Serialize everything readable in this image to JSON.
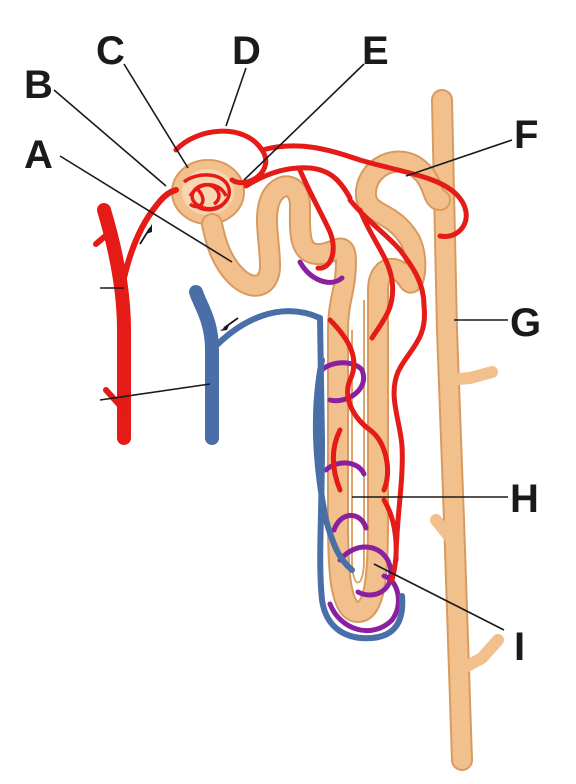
{
  "labels": {
    "A": "A",
    "B": "B",
    "C": "C",
    "D": "D",
    "E": "E",
    "F": "F",
    "G": "G",
    "H": "H",
    "I": "I"
  },
  "colors": {
    "artery": "#e41b17",
    "vein": "#4a6ea8",
    "capillary": "#8b1fa0",
    "tubule": "#f2c08c",
    "label": "#1a1a1a"
  }
}
